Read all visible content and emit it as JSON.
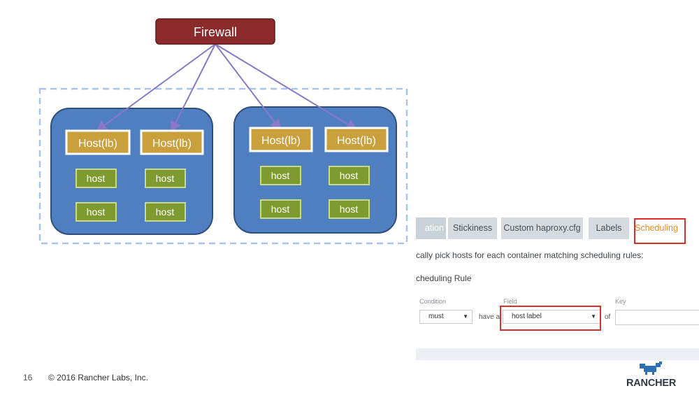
{
  "diagram": {
    "firewall_label": "Firewall",
    "lb_label": "Host(lb)",
    "host_label": "host",
    "colors": {
      "firewall": "#8b2a2a",
      "cluster": "#4f7fc0",
      "lb_host": "#c9a03c",
      "host": "#7d9b2f",
      "arrow": "#8a78c8",
      "dashed_border": "#a9c4e6"
    }
  },
  "ui": {
    "tabs": {
      "first": "ation",
      "stickiness": "Stickiness",
      "custom": "Custom haproxy.cfg",
      "labels": "Labels",
      "scheduling": "Scheduling"
    },
    "description": "cally pick hosts for each container matching scheduling rules:",
    "rule_title": "cheduling Rule",
    "condition_label": "Condition",
    "field_label": "Field",
    "key_label": "Key",
    "condition_value": "must",
    "have_a": "have a",
    "field_value": "host label",
    "of_text": "of",
    "caret": "▼",
    "accent_color": "#f08a24",
    "highlight_color": "#d9302c"
  },
  "footer": {
    "slide_number": "16",
    "copyright": "© 2016 Rancher Labs, Inc.",
    "logo_text": "RANCHER",
    "logo_icon": "rancher-bull-icon"
  }
}
